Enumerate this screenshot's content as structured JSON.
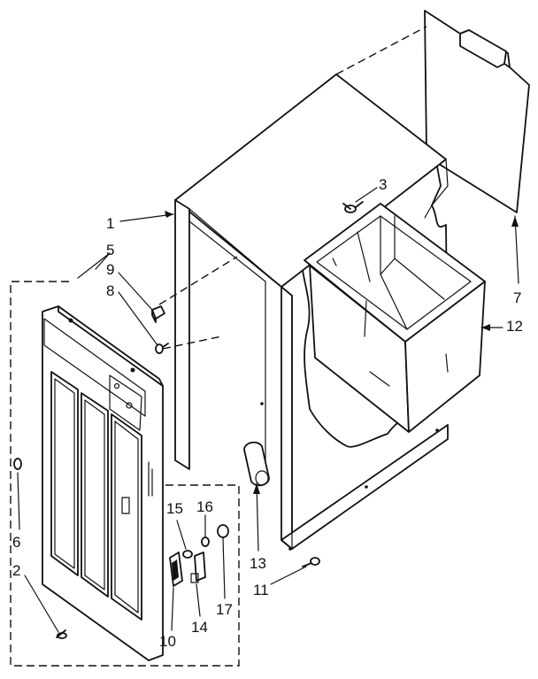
{
  "callouts": [
    {
      "id": "c1",
      "label": "1"
    },
    {
      "id": "c2",
      "label": "2"
    },
    {
      "id": "c3",
      "label": "3"
    },
    {
      "id": "c5",
      "label": "5"
    },
    {
      "id": "c6",
      "label": "6"
    },
    {
      "id": "c7",
      "label": "7"
    },
    {
      "id": "c8",
      "label": "8"
    },
    {
      "id": "c9",
      "label": "9"
    },
    {
      "id": "c10",
      "label": "10"
    },
    {
      "id": "c11",
      "label": "11"
    },
    {
      "id": "c12",
      "label": "12"
    },
    {
      "id": "c13",
      "label": "13"
    },
    {
      "id": "c14",
      "label": "14"
    },
    {
      "id": "c15",
      "label": "15"
    },
    {
      "id": "c16",
      "label": "16"
    },
    {
      "id": "c17",
      "label": "17"
    }
  ]
}
